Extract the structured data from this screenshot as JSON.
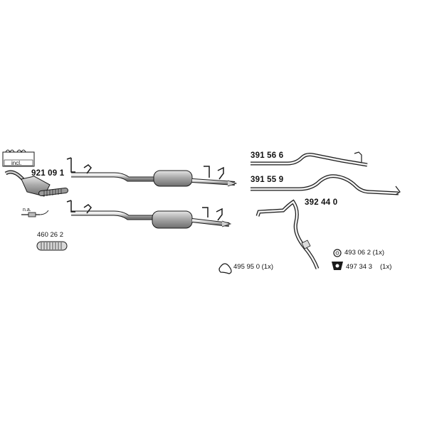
{
  "parts": {
    "catalytic_converter": "921 09 1",
    "not_available": "n.a.",
    "included_tag": "incl.",
    "flex_pipe": "460 26 2",
    "pipe_upper": "391 56 6",
    "pipe_middle": "391 55 9",
    "pipe_lower": "392 44 0",
    "rubber_mount": "495 95 0 (1x)",
    "clamp_ring": "493 06 2 (1x)",
    "bracket_mount": "497 34 3",
    "bracket_qty": "(1x)"
  },
  "colors": {
    "line": "#1a1a1a",
    "metal_light": "#d4d4d4",
    "metal_dark": "#8a8a8a",
    "pipe_fill": "#c8c8c8"
  }
}
